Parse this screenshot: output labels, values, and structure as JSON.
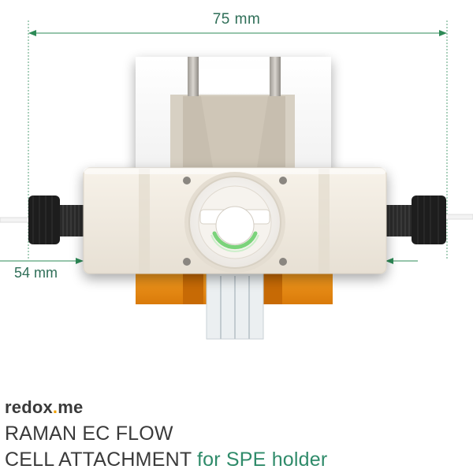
{
  "dimensions": {
    "width_label": "75 mm",
    "height_label": "54 mm"
  },
  "brand": {
    "name_part1": "redox",
    "name_dot": ".",
    "name_part2": "me"
  },
  "title": {
    "line1": "RAMAN EC FLOW",
    "line2_main": "CELL ATTACHMENT",
    "line2_accent": "for SPE holder"
  },
  "colors": {
    "dimension_line": "#2e8b57",
    "accent": "#2f8b6a",
    "brand_dot": "#f0a000",
    "electrode_green": "#7bd37b",
    "kapton": "#e88a10",
    "body": "#efe9de"
  }
}
